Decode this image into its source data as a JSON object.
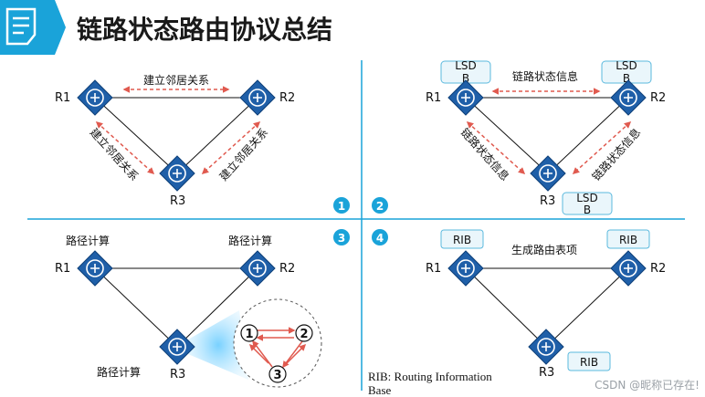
{
  "title": "链路状态路由协议总结",
  "colors": {
    "accent": "#1aa3d9",
    "router": "#1f5fa8",
    "arrow": "#e05a4f",
    "box_fill": "#eaf6fb",
    "box_stroke": "#5bb9de"
  },
  "icons": {
    "header": "document-list-icon",
    "router": "router-icon"
  },
  "routers": {
    "r1": "R1",
    "r2": "R2",
    "r3": "R3"
  },
  "step_badges": [
    "1",
    "2",
    "3",
    "4"
  ],
  "q1": {
    "top_label": "建立邻居关系",
    "left_label": "建立邻居关系",
    "right_label": "建立邻居关系"
  },
  "q2": {
    "lsdb_line1": "LSD",
    "lsdb_line2": "B",
    "top_label": "链路状态信息",
    "left_label": "链路状态信息",
    "right_label": "链路状态信息"
  },
  "q3": {
    "calc_label": "路径计算",
    "cycle_nodes": [
      "1",
      "2",
      "3"
    ]
  },
  "q4": {
    "rib": "RIB",
    "top_label": "生成路由表项",
    "note_line1": "RIB: Routing Information",
    "note_line2": "Base"
  },
  "watermark": "CSDN @昵称已存在!"
}
